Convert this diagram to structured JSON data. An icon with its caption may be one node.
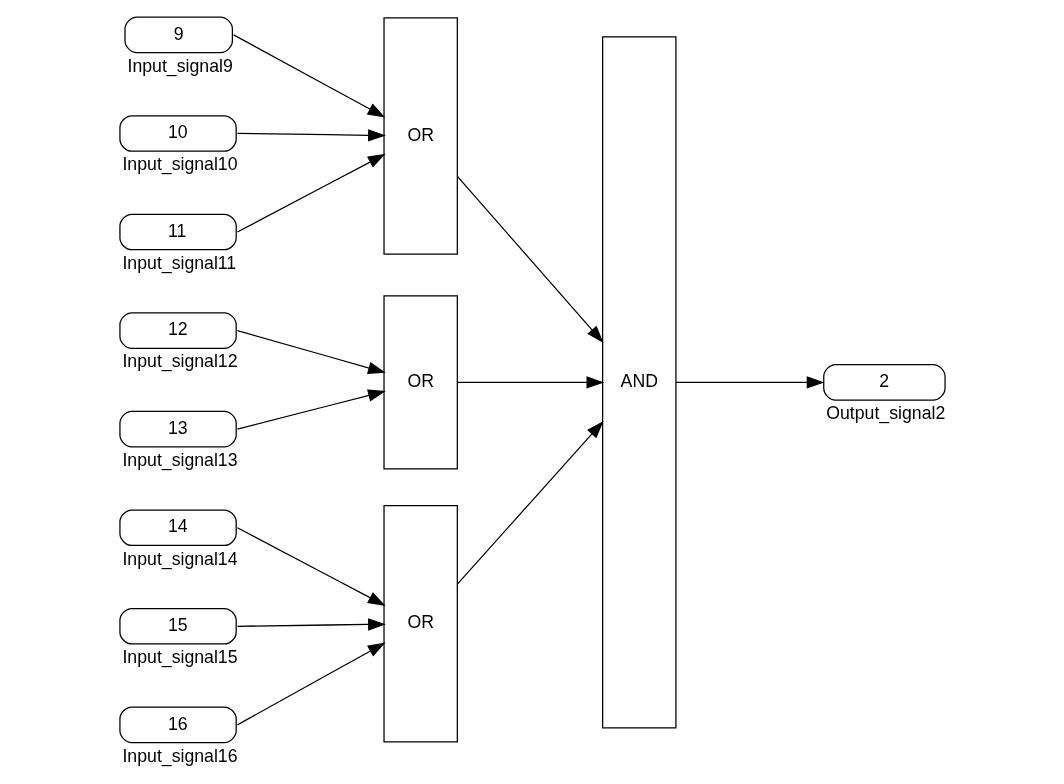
{
  "diagram": {
    "nodes": [
      {
        "text": [
          "9"
        ],
        "beside": [
          "Input_signal9"
        ]
      },
      {
        "text": [
          "10"
        ],
        "beside": [
          "Input_signal10"
        ]
      },
      {
        "text": [
          "11"
        ],
        "beside": [
          "Input_signal11"
        ]
      },
      {
        "text": [
          "12"
        ],
        "beside": [
          "Input_signal12"
        ]
      },
      {
        "text": [
          "13"
        ],
        "beside": [
          "Input_signal13"
        ]
      },
      {
        "text": [
          "14"
        ],
        "beside": [
          "Input_signal14"
        ]
      },
      {
        "text": [
          "15"
        ],
        "beside": [
          "Input_signal15"
        ]
      },
      {
        "text": [
          "16"
        ],
        "beside": [
          "Input_signal16"
        ]
      },
      {
        "text": [
          "OR"
        ]
      },
      {
        "text": [
          "OR"
        ]
      },
      {
        "text": [
          "OR"
        ]
      },
      {
        "text": [
          "AND"
        ]
      },
      {
        "text": [
          "2"
        ],
        "beside": [
          "Output_signal2"
        ]
      }
    ],
    "edges": [
      {
        "from": 0,
        "to": 8,
        "arrow": "to"
      },
      {
        "from": 1,
        "to": 8,
        "arrow": "to"
      },
      {
        "from": 2,
        "to": 8,
        "arrow": "to"
      },
      {
        "from": 3,
        "to": 9,
        "arrow": "to"
      },
      {
        "from": 4,
        "to": 9,
        "arrow": "to"
      },
      {
        "from": 5,
        "to": 10,
        "arrow": "to"
      },
      {
        "from": 6,
        "to": 10,
        "arrow": "to"
      },
      {
        "from": 7,
        "to": 10,
        "arrow": "to"
      },
      {
        "from": 8,
        "to": 11,
        "arrow": "to"
      },
      {
        "from": 9,
        "to": 11,
        "arrow": "to"
      },
      {
        "from": 10,
        "to": 11,
        "arrow": "to"
      },
      {
        "from": 11,
        "to": 12,
        "arrow": "to"
      }
    ]
  }
}
